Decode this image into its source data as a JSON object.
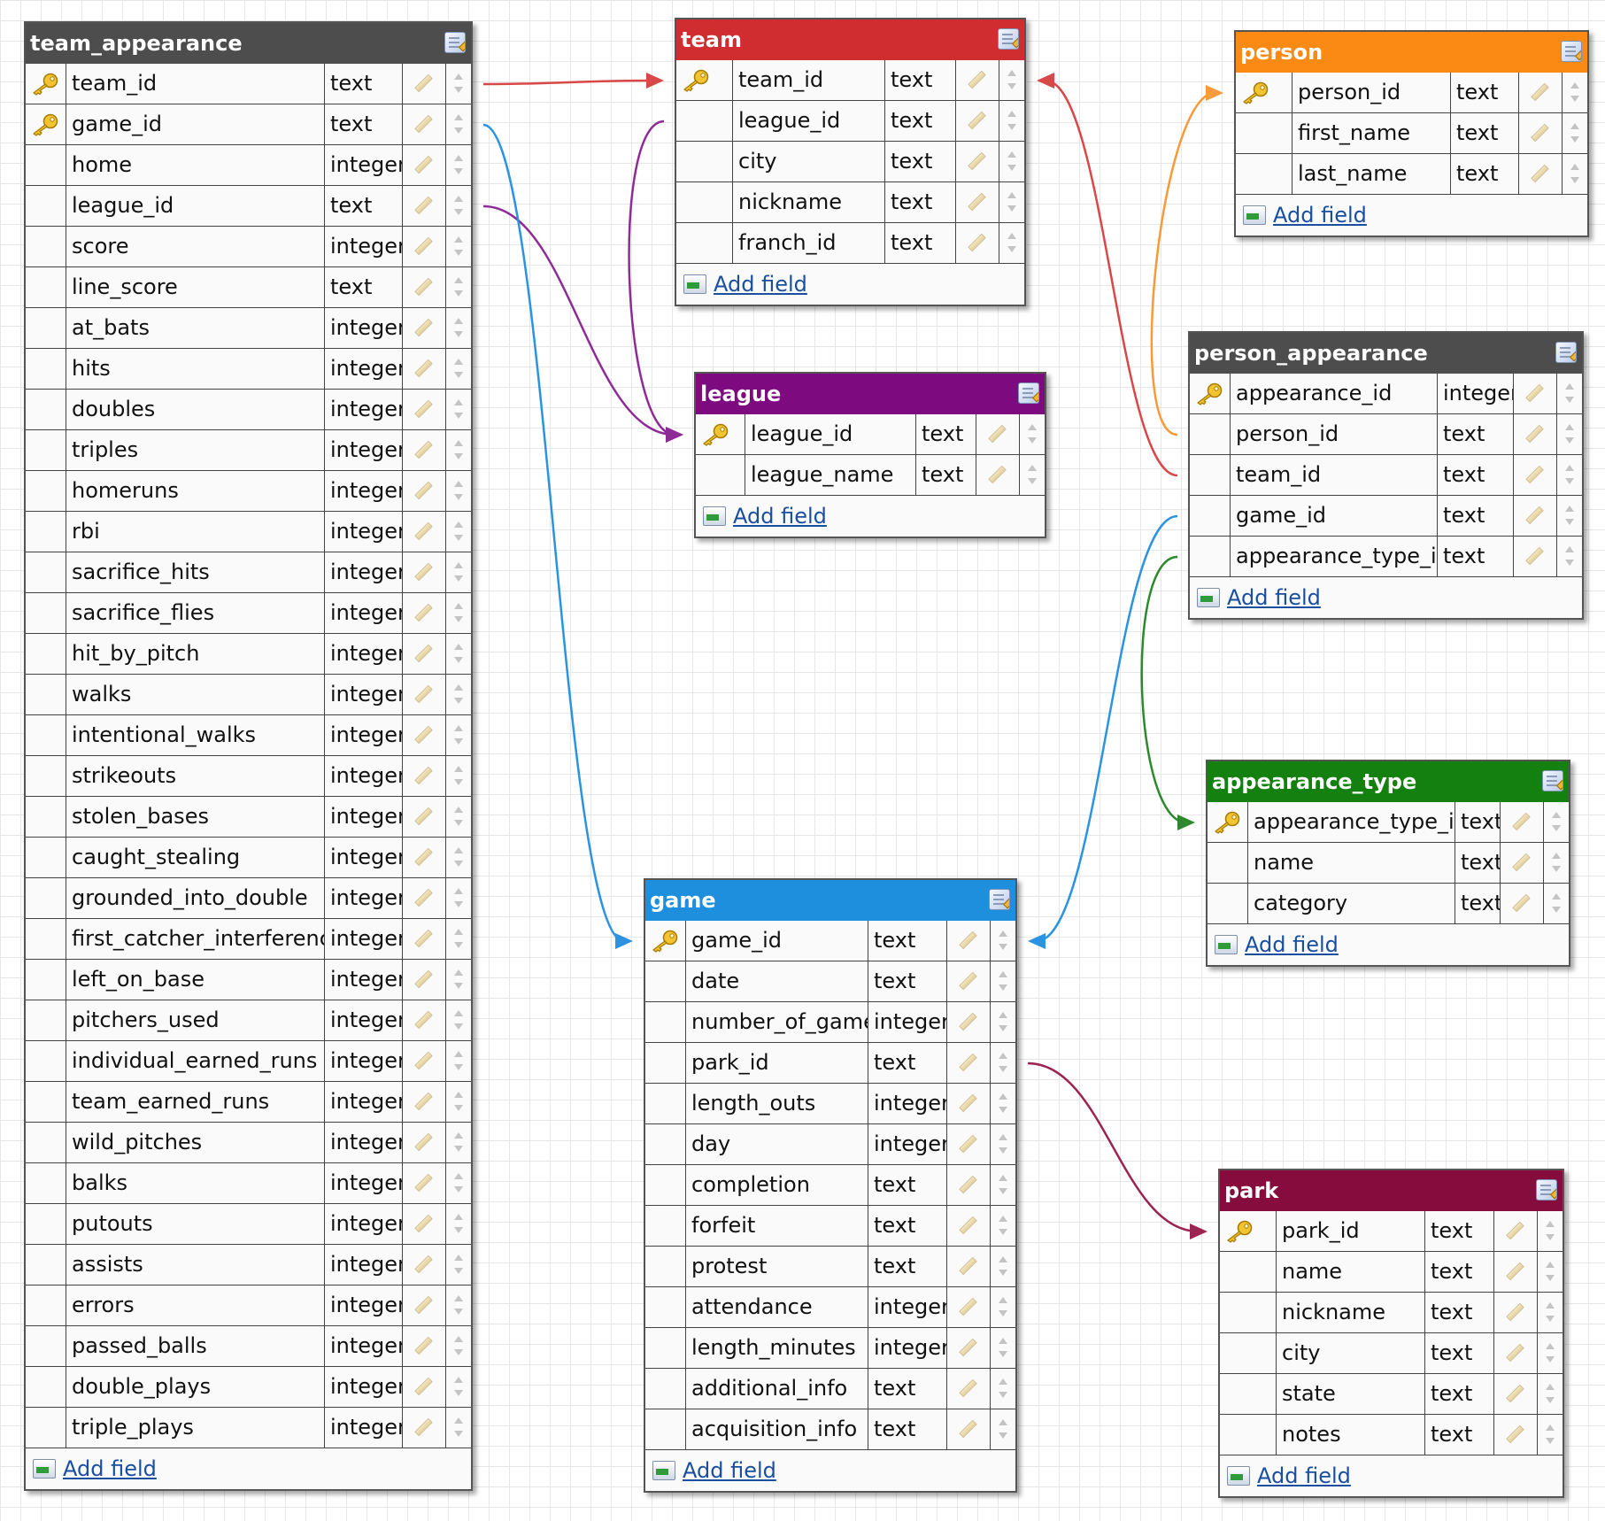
{
  "add_field_label": "Add field",
  "icons": {
    "edit": "edit-table-icon",
    "key": "primary-key-icon",
    "pencil": "edit-field-pencil-icon",
    "sort": "reorder-arrows-icon",
    "add": "add-field-icon"
  },
  "tables": [
    {
      "id": "team_appearance",
      "name": "team_appearance",
      "color": "#4d4d4d",
      "fields": [
        {
          "name": "team_id",
          "type": "text",
          "pk": true
        },
        {
          "name": "game_id",
          "type": "text",
          "pk": true
        },
        {
          "name": "home",
          "type": "integer"
        },
        {
          "name": "league_id",
          "type": "text"
        },
        {
          "name": "score",
          "type": "integer"
        },
        {
          "name": "line_score",
          "type": "text"
        },
        {
          "name": "at_bats",
          "type": "integer"
        },
        {
          "name": "hits",
          "type": "integer"
        },
        {
          "name": "doubles",
          "type": "integer"
        },
        {
          "name": "triples",
          "type": "integer"
        },
        {
          "name": "homeruns",
          "type": "integer"
        },
        {
          "name": "rbi",
          "type": "integer"
        },
        {
          "name": "sacrifice_hits",
          "type": "integer"
        },
        {
          "name": "sacrifice_flies",
          "type": "integer"
        },
        {
          "name": "hit_by_pitch",
          "type": "integer"
        },
        {
          "name": "walks",
          "type": "integer"
        },
        {
          "name": "intentional_walks",
          "type": "integer"
        },
        {
          "name": "strikeouts",
          "type": "integer"
        },
        {
          "name": "stolen_bases",
          "type": "integer"
        },
        {
          "name": "caught_stealing",
          "type": "integer"
        },
        {
          "name": "grounded_into_double",
          "type": "integer"
        },
        {
          "name": "first_catcher_interference",
          "type": "integer"
        },
        {
          "name": "left_on_base",
          "type": "integer"
        },
        {
          "name": "pitchers_used",
          "type": "integer"
        },
        {
          "name": "individual_earned_runs",
          "type": "integer"
        },
        {
          "name": "team_earned_runs",
          "type": "integer"
        },
        {
          "name": "wild_pitches",
          "type": "integer"
        },
        {
          "name": "balks",
          "type": "integer"
        },
        {
          "name": "putouts",
          "type": "integer"
        },
        {
          "name": "assists",
          "type": "integer"
        },
        {
          "name": "errors",
          "type": "integer"
        },
        {
          "name": "passed_balls",
          "type": "integer"
        },
        {
          "name": "double_plays",
          "type": "integer"
        },
        {
          "name": "triple_plays",
          "type": "integer"
        }
      ]
    },
    {
      "id": "team",
      "name": "team",
      "color": "#d02d30",
      "fields": [
        {
          "name": "team_id",
          "type": "text",
          "pk": true
        },
        {
          "name": "league_id",
          "type": "text"
        },
        {
          "name": "city",
          "type": "text"
        },
        {
          "name": "nickname",
          "type": "text"
        },
        {
          "name": "franch_id",
          "type": "text"
        }
      ]
    },
    {
      "id": "league",
      "name": "league",
      "color": "#7d0b7f",
      "fields": [
        {
          "name": "league_id",
          "type": "text",
          "pk": true
        },
        {
          "name": "league_name",
          "type": "text"
        }
      ]
    },
    {
      "id": "person",
      "name": "person",
      "color": "#fa8a14",
      "fields": [
        {
          "name": "person_id",
          "type": "text",
          "pk": true
        },
        {
          "name": "first_name",
          "type": "text"
        },
        {
          "name": "last_name",
          "type": "text"
        }
      ]
    },
    {
      "id": "person_appearance",
      "name": "person_appearance",
      "color": "#4d4d4d",
      "fields": [
        {
          "name": "appearance_id",
          "type": "integer",
          "pk": true
        },
        {
          "name": "person_id",
          "type": "text"
        },
        {
          "name": "team_id",
          "type": "text"
        },
        {
          "name": "game_id",
          "type": "text"
        },
        {
          "name": "appearance_type_id",
          "type": "text"
        }
      ]
    },
    {
      "id": "appearance_type",
      "name": "appearance_type",
      "color": "#14800f",
      "fields": [
        {
          "name": "appearance_type_id",
          "type": "text",
          "pk": true
        },
        {
          "name": "name",
          "type": "text"
        },
        {
          "name": "category",
          "type": "text"
        }
      ]
    },
    {
      "id": "game",
      "name": "game",
      "color": "#1e8fdc",
      "fields": [
        {
          "name": "game_id",
          "type": "text",
          "pk": true
        },
        {
          "name": "date",
          "type": "text"
        },
        {
          "name": "number_of_game",
          "type": "integer"
        },
        {
          "name": "park_id",
          "type": "text"
        },
        {
          "name": "length_outs",
          "type": "integer"
        },
        {
          "name": "day",
          "type": "integer"
        },
        {
          "name": "completion",
          "type": "text"
        },
        {
          "name": "forfeit",
          "type": "text"
        },
        {
          "name": "protest",
          "type": "text"
        },
        {
          "name": "attendance",
          "type": "integer"
        },
        {
          "name": "length_minutes",
          "type": "integer"
        },
        {
          "name": "additional_info",
          "type": "text"
        },
        {
          "name": "acquisition_info",
          "type": "text"
        }
      ]
    },
    {
      "id": "park",
      "name": "park",
      "color": "#850c3c",
      "fields": [
        {
          "name": "park_id",
          "type": "text",
          "pk": true
        },
        {
          "name": "name",
          "type": "text"
        },
        {
          "name": "nickname",
          "type": "text"
        },
        {
          "name": "city",
          "type": "text"
        },
        {
          "name": "state",
          "type": "text"
        },
        {
          "name": "notes",
          "type": "text"
        }
      ]
    }
  ],
  "relations": [
    {
      "from_table": "team_appearance",
      "from_field": "team_id",
      "to_table": "team",
      "to_field": "team_id",
      "color": "#d84848"
    },
    {
      "from_table": "team_appearance",
      "from_field": "league_id",
      "to_table": "league",
      "to_field": "league_id",
      "color": "#8e2b96"
    },
    {
      "from_table": "team",
      "from_field": "league_id",
      "to_table": "league",
      "to_field": "league_id",
      "color": "#8e2b96"
    },
    {
      "from_table": "team_appearance",
      "from_field": "game_id",
      "to_table": "game",
      "to_field": "game_id",
      "color": "#2b93df"
    },
    {
      "from_table": "person_appearance",
      "from_field": "person_id",
      "to_table": "person",
      "to_field": "person_id",
      "color": "#f79a3b"
    },
    {
      "from_table": "person_appearance",
      "from_field": "team_id",
      "to_table": "team",
      "to_field": "team_id",
      "color": "#d84848"
    },
    {
      "from_table": "person_appearance",
      "from_field": "game_id",
      "to_table": "game",
      "to_field": "game_id",
      "color": "#2b93df"
    },
    {
      "from_table": "person_appearance",
      "from_field": "appearance_type_id",
      "to_table": "appearance_type",
      "to_field": "appearance_type_id",
      "color": "#2c8a2c"
    },
    {
      "from_table": "game",
      "from_field": "park_id",
      "to_table": "park",
      "to_field": "park_id",
      "color": "#9b2452"
    }
  ]
}
